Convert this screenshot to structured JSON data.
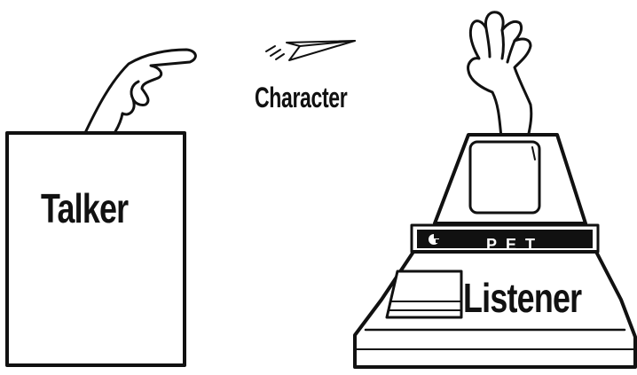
{
  "labels": {
    "talker": "Talker",
    "character": "Character",
    "listener": "Listener"
  },
  "pet": {
    "brand": "PET"
  },
  "colors": {
    "ink": "#111111",
    "paper": "#ffffff"
  }
}
